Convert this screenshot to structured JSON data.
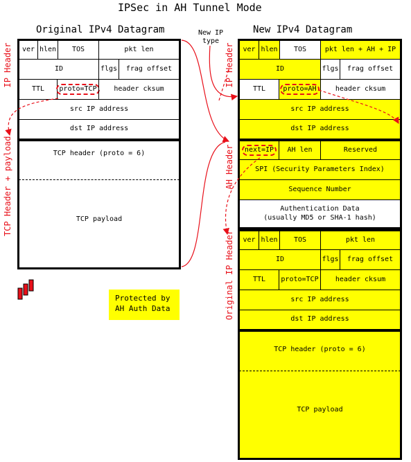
{
  "title": "IPSec in AH Tunnel Mode",
  "left": {
    "heading": "Original IPv4 Datagram",
    "row1": {
      "ver": "ver",
      "hlen": "hlen",
      "tos": "TOS",
      "pktlen": "pkt len"
    },
    "row2": {
      "id": "ID",
      "flgs": "flgs",
      "frag": "frag offset"
    },
    "row3": {
      "ttl": "TTL",
      "proto": "proto=TCP",
      "cksum": "header cksum"
    },
    "src": "src IP address",
    "dst": "dst IP address",
    "tcp_header": "TCP header (proto = 6)",
    "tcp_payload": "TCP payload",
    "label_ip": "IP Header",
    "label_tcp": "TCP Header + payload"
  },
  "right": {
    "heading": "New IPv4 Datagram",
    "new_ip_type": "New IP type",
    "row1": {
      "ver": "ver",
      "hlen": "hlen",
      "tos": "TOS",
      "pktlen": "pkt len + AH + IP"
    },
    "row2": {
      "id": "ID",
      "flgs": "flgs",
      "frag": "frag offset"
    },
    "row3": {
      "ttl": "TTL",
      "proto": "proto=AH",
      "cksum": "header cksum"
    },
    "src": "src IP address",
    "dst": "dst IP address",
    "ah": {
      "next": "next=IP",
      "len": "AH len",
      "reserved": "Reserved",
      "spi": "SPI (Security Parameters Index)",
      "seq": "Sequence Number",
      "auth1": "Authentication Data",
      "auth2": "(usually MD5 or SHA-1 hash)"
    },
    "orig": {
      "row1": {
        "ver": "ver",
        "hlen": "hlen",
        "tos": "TOS",
        "pktlen": "pkt len"
      },
      "row2": {
        "id": "ID",
        "flgs": "flgs",
        "frag": "frag offset"
      },
      "row3": {
        "ttl": "TTL",
        "proto": "proto=TCP",
        "cksum": "header cksum"
      },
      "src": "src IP address",
      "dst": "dst IP address"
    },
    "tcp_header": "TCP header (proto = 6)",
    "tcp_payload": "TCP payload",
    "label_ip": "IP Header",
    "label_ah": "AH Header",
    "label_orig": "Original IP Header"
  },
  "legend": {
    "line1": "Protected by",
    "line2": "AH Auth Data"
  },
  "colors": {
    "highlight": "#ffff00",
    "accent": "#e8101a"
  }
}
